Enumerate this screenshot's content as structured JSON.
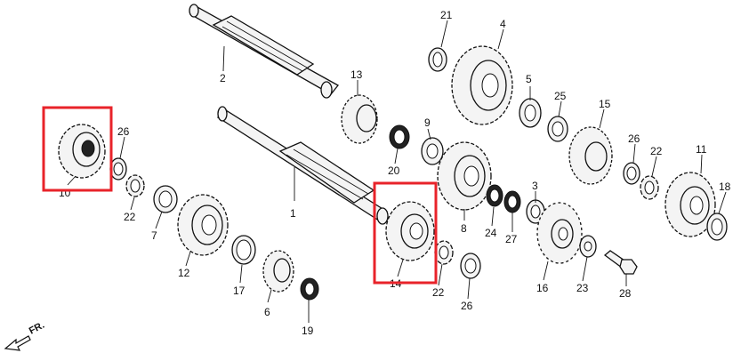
{
  "callouts": {
    "c1": "1",
    "c2": "2",
    "c3": "3",
    "c4": "4",
    "c5": "5",
    "c6": "6",
    "c7": "7",
    "c8": "8",
    "c9": "9",
    "c10": "10",
    "c11": "11",
    "c12": "12",
    "c13": "13",
    "c14": "14",
    "c15": "15",
    "c16": "16",
    "c17": "17",
    "c18": "18",
    "c19": "19",
    "c20": "20",
    "c21": "21",
    "c22a": "22",
    "c22b": "22",
    "c22c": "22",
    "c23": "23",
    "c24": "24",
    "c25": "25",
    "c26a": "26",
    "c26b": "26",
    "c26c": "26",
    "c27": "27",
    "c28": "28"
  },
  "direction": {
    "fr_label": "FR."
  },
  "colors": {
    "highlight": "#e8232a",
    "line": "#111111",
    "paper": "#ffffff"
  },
  "highlighted_parts": [
    "10",
    "14"
  ]
}
